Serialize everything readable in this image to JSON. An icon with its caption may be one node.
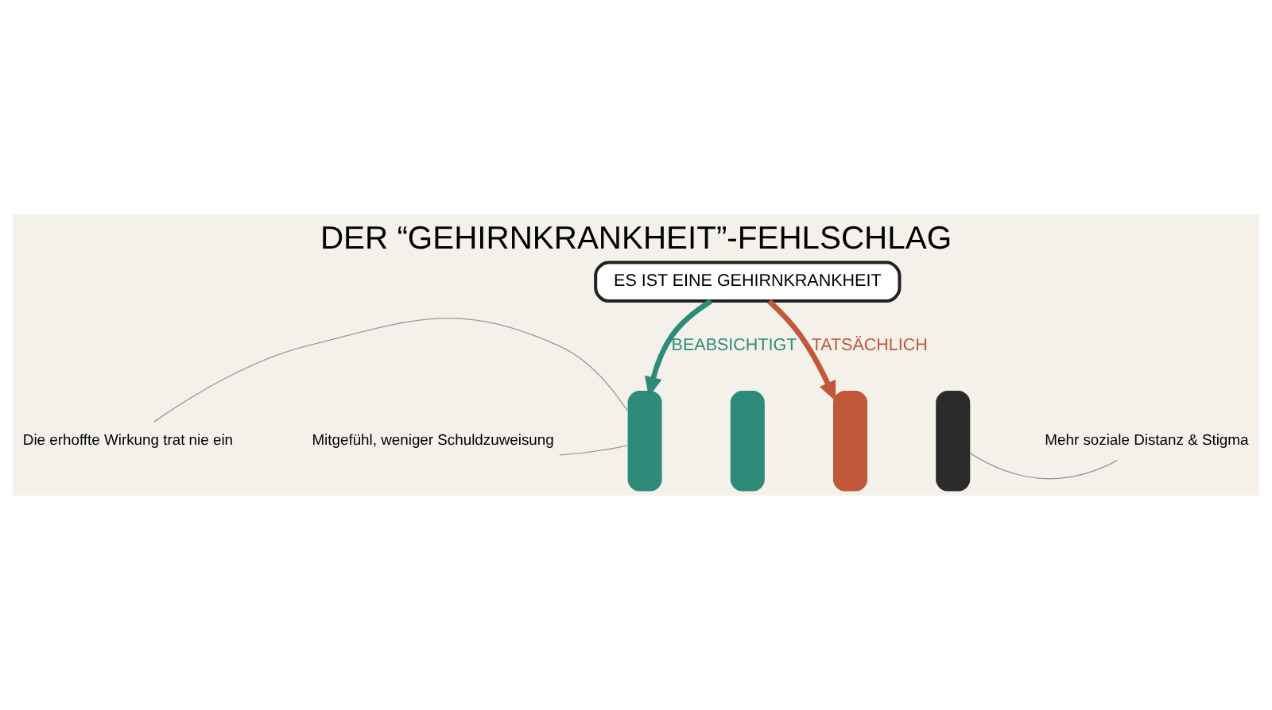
{
  "diagram": {
    "title": "DER “GEHIRNKRANKHEIT”-FEHLSCHLAG",
    "nodes": [
      {
        "text": [
          "ES IST EINE GEHIRNKRANKHEIT"
        ]
      },
      {
        "text": [],
        "shape": "person"
      },
      {
        "text": [],
        "shape": "person"
      },
      {
        "text": [],
        "shape": "person"
      },
      {
        "text": [],
        "shape": "person"
      },
      {
        "text": [
          "Die erhoffte Wirkung trat nie ein"
        ]
      },
      {
        "text": [
          "Mitgefühl, weniger Schuldzuweisung"
        ]
      },
      {
        "text": [
          "Mehr soziale Distanz & Stigma"
        ]
      }
    ],
    "edges": [
      {
        "from": 0,
        "to": 1,
        "arrow": "to",
        "label": "BEABSICHTIGT",
        "style": "thick",
        "color": "#2e8b7a"
      },
      {
        "from": 0,
        "to": 3,
        "arrow": "to",
        "label": "TATSÄCHLICH",
        "style": "thick",
        "color": "#c0583a"
      },
      {
        "from": 5,
        "to": 1,
        "arrow": "none"
      },
      {
        "from": 6,
        "to": 1,
        "arrow": "none"
      },
      {
        "from": 7,
        "to": 4,
        "arrow": "none"
      }
    ]
  }
}
